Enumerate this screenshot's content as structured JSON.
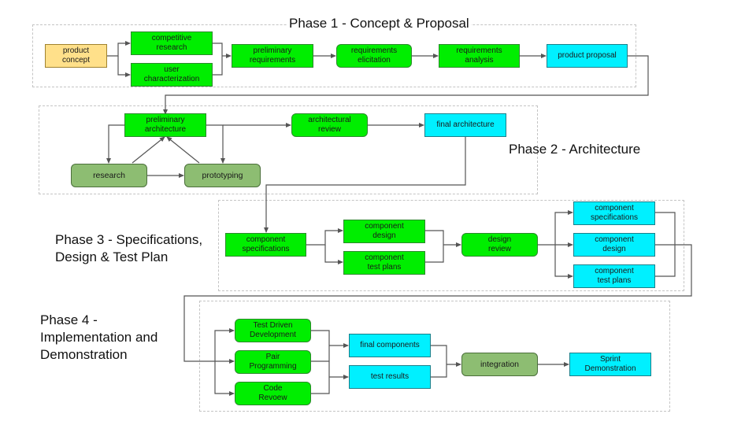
{
  "diagram": {
    "colors": {
      "green": "#00ee00",
      "cyan": "#00f0ff",
      "tan": "#ffe08a",
      "olive": "#8dbd72",
      "connector": "#555555",
      "phase_border": "#c4c4c4"
    },
    "phases": [
      {
        "id": "phase1",
        "title": "Phase 1 - Concept & Proposal"
      },
      {
        "id": "phase2",
        "title": "Phase 2 - Architecture"
      },
      {
        "id": "phase3",
        "title": "Phase 3 - Specifications,\nDesign & Test Plan"
      },
      {
        "id": "phase4",
        "title": "Phase 4 -\nImplementation and\nDemonstration"
      }
    ],
    "nodes": {
      "product_concept": "product\nconcept",
      "competitive_research": "competitive\nresearch",
      "user_characterization": "user\ncharacterization",
      "preliminary_requirements": "preliminary\nrequirements",
      "requirements_elicitation": "requirements\nelicitation",
      "requirements_analysis": "requirements\nanalysis",
      "product_proposal": "product proposal",
      "preliminary_architecture": "preliminary\narchitecture",
      "research": "research",
      "prototyping": "prototyping",
      "architectural_review": "architectural\nreview",
      "final_architecture": "final architecture",
      "component_specifications_in": "component\nspecifications",
      "component_design_in": "component\ndesign",
      "component_test_plans_in": "component\ntest plans",
      "design_review": "design\nreview",
      "component_specifications_out": "component\nspecifications",
      "component_design_out": "component\ndesign",
      "component_test_plans_out": "component\ntest plans",
      "test_driven_development": "Test Driven\nDevelopment",
      "pair_programming": "Pair\nProgramming",
      "code_review": "Code\nRevoew",
      "final_components": "final components",
      "test_results": "test results",
      "integration": "integration",
      "sprint_demonstration": "Sprint\nDemonstration"
    }
  }
}
